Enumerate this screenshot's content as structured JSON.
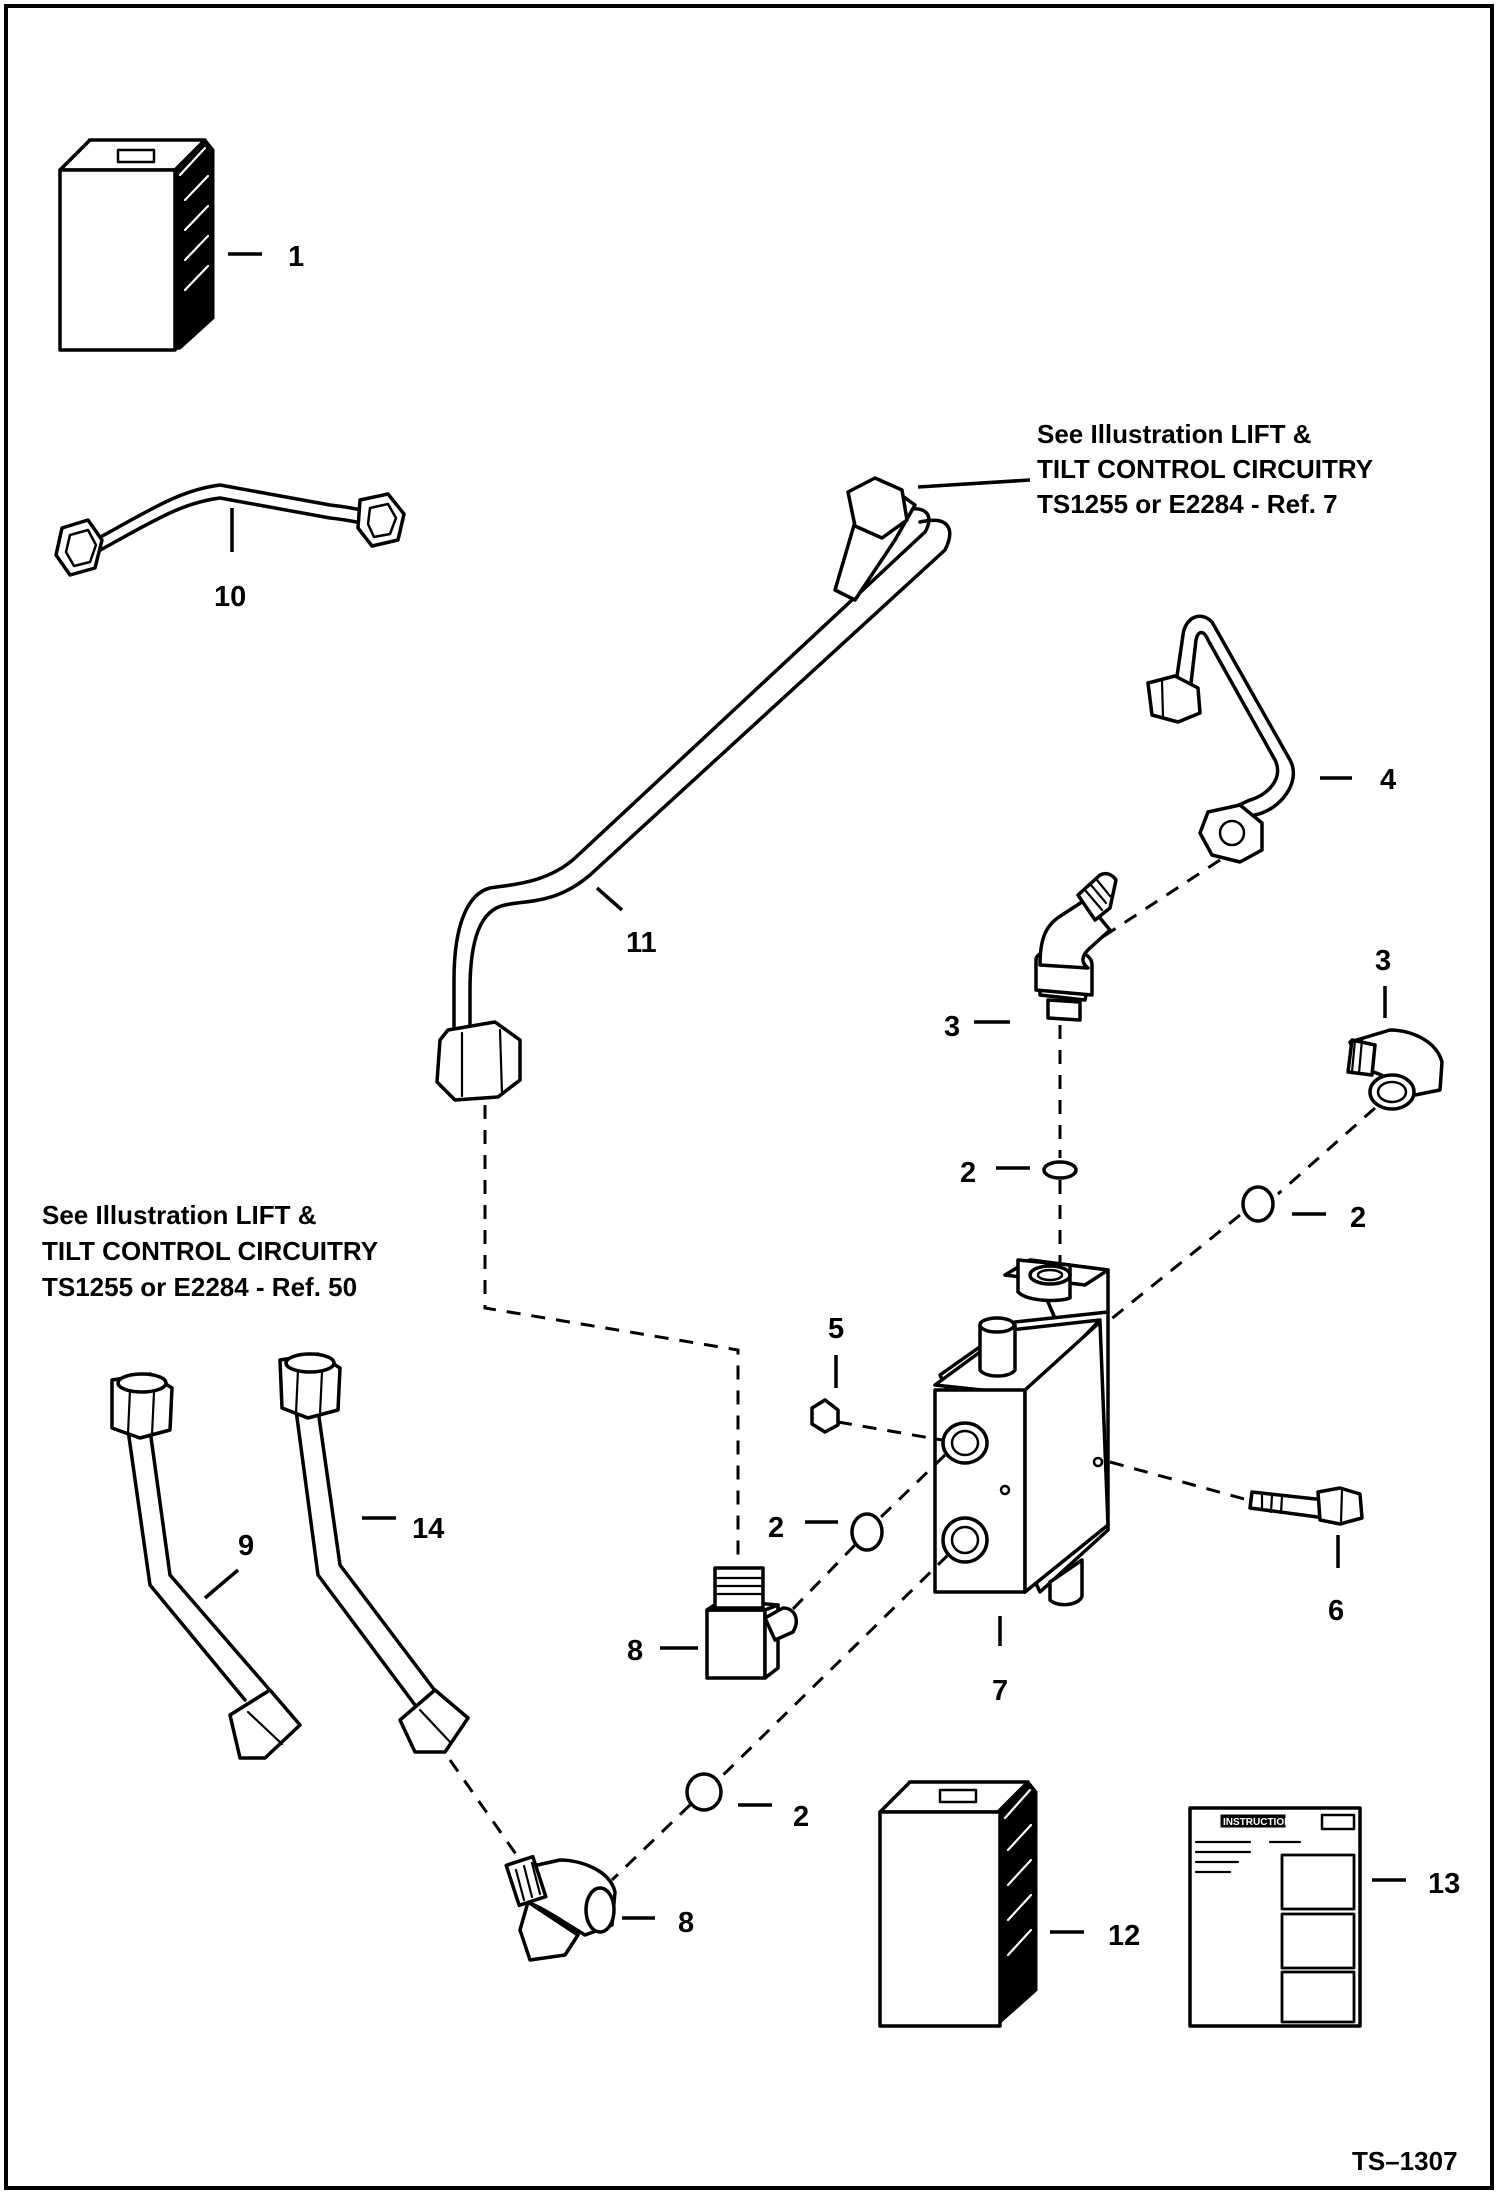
{
  "figure_id": "TS–1307",
  "notes": {
    "top": [
      "See Illustration LIFT &",
      "TILT CONTROL CIRCUITRY",
      "TS1255 or E2284 - Ref. 7"
    ],
    "left": [
      "See Illustration LIFT &",
      "TILT CONTROL CIRCUITRY",
      "TS1255 or E2284 - Ref. 50"
    ]
  },
  "callouts": {
    "c1": "1",
    "c10": "10",
    "c11": "11",
    "c4": "4",
    "c3a": "3",
    "c3b": "3",
    "c2a": "2",
    "c2b": "2",
    "c2c": "2",
    "c2d": "2",
    "c5": "5",
    "c6": "6",
    "c7": "7",
    "c8a": "8",
    "c8b": "8",
    "c9": "9",
    "c14": "14",
    "c12": "12",
    "c13": "13"
  },
  "instruction_sheet_title": "INSTRUCTIONS"
}
